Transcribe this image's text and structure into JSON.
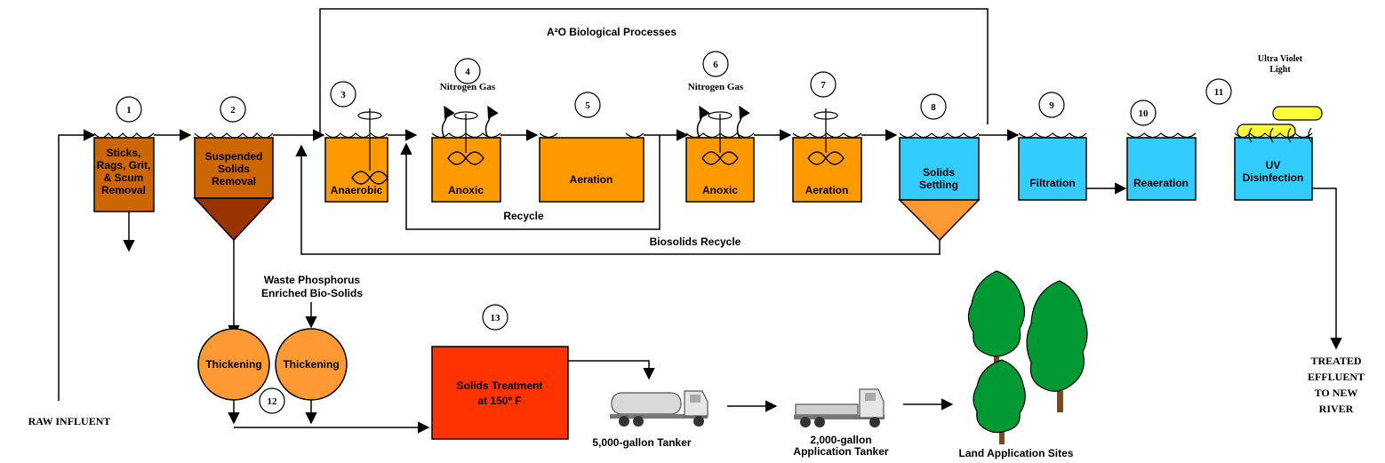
{
  "title": "A²O Biological Processes",
  "colors": {
    "brown": "#cc6600",
    "dark_brown": "#993300",
    "orange": "#ff9900",
    "light_orange": "#ff9933",
    "blue": "#33ccff",
    "red": "#ff3300",
    "yellow": "#ffff33",
    "tree_green": "#009933"
  },
  "steps": [
    {
      "num": "1",
      "label": [
        "Sticks,",
        "Rags, Grit,",
        "& Scum",
        "Removal"
      ]
    },
    {
      "num": "2",
      "label": [
        "Suspended",
        "Solids",
        "Removal"
      ]
    },
    {
      "num": "3",
      "label": [
        "Anaerobic"
      ]
    },
    {
      "num": "4",
      "label": [
        "Anoxic"
      ],
      "gas": "Nitrogen Gas"
    },
    {
      "num": "5",
      "label": [
        "Aeration"
      ]
    },
    {
      "num": "6",
      "label": [
        "Anoxic"
      ],
      "gas": "Nitrogen Gas"
    },
    {
      "num": "7",
      "label": [
        "Aeration"
      ]
    },
    {
      "num": "8",
      "label": [
        "Solids",
        "Settling"
      ]
    },
    {
      "num": "9",
      "label": [
        "Filtration"
      ]
    },
    {
      "num": "10",
      "label": [
        "Reaeration"
      ]
    },
    {
      "num": "11",
      "label": [
        "UV",
        "Disinfection"
      ],
      "lamp": [
        "Ultra Violet",
        "Light"
      ]
    },
    {
      "num": "12",
      "label": [
        "Thickening",
        "Thickening"
      ]
    },
    {
      "num": "13",
      "label": [
        "Solids Treatment",
        "at 150º F"
      ]
    }
  ],
  "flows": {
    "recycle": "Recycle",
    "biosolids_recycle": "Biosolids Recycle",
    "waste": [
      "Waste Phosphorus",
      "Enriched Bio-Solids"
    ],
    "influent": "RAW INFLUENT",
    "effluent": [
      "TREATED",
      "EFFLUENT",
      "TO NEW",
      "RIVER"
    ]
  },
  "vehicles": {
    "tanker": "5,000-gallon Tanker",
    "app_tanker": [
      "2,000-gallon",
      "Application Tanker"
    ],
    "sites": "Land Application Sites"
  }
}
